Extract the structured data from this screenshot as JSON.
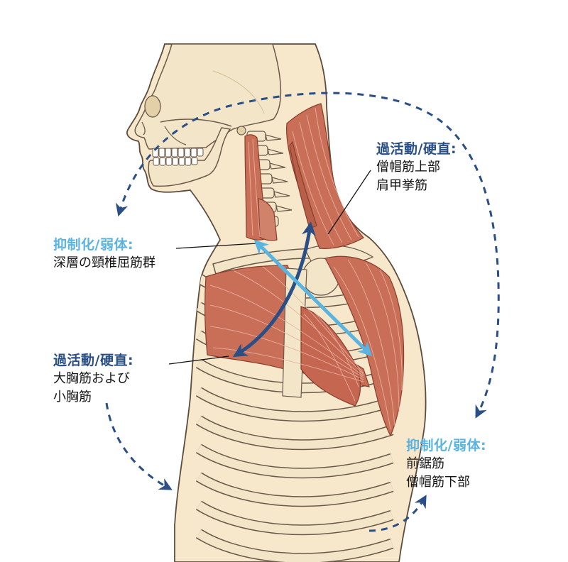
{
  "labels": {
    "upper_right": {
      "title": "過活動/硬直:",
      "lines": [
        "僧帽筋上部",
        "肩甲挙筋"
      ]
    },
    "upper_left": {
      "title": "抑制化/弱体:",
      "lines": [
        "深層の頸椎屈筋群"
      ]
    },
    "lower_left": {
      "title": "過活動/硬直:",
      "lines": [
        "大胸筋および",
        "小胸筋"
      ]
    },
    "lower_right": {
      "title": "抑制化/弱体:",
      "lines": [
        "前鋸筋",
        "僧帽筋下部"
      ]
    }
  },
  "colors": {
    "overactive": "#2a4f86",
    "inhibited": "#5ab4e2",
    "muscle": "#c96f57",
    "bone": "#f3e6c8",
    "skin": "#f7e7cb",
    "outline": "#6b5a4a"
  }
}
